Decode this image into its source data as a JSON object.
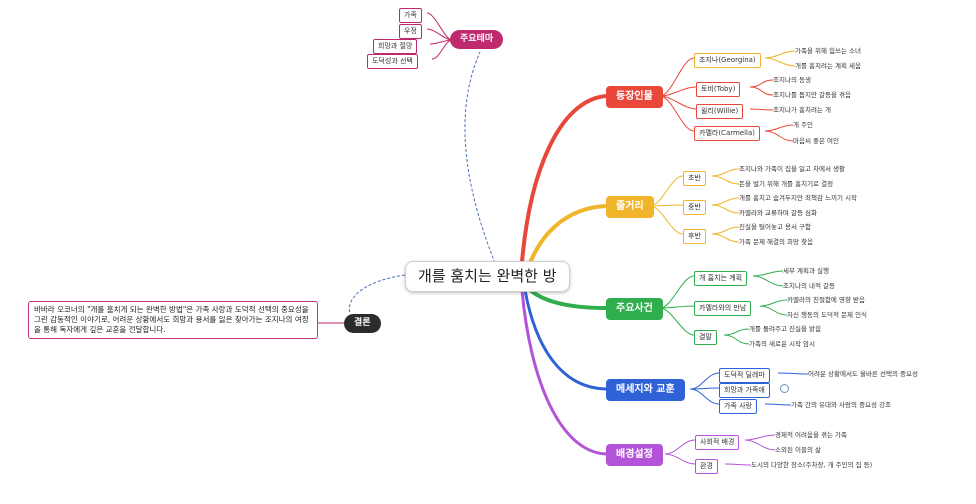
{
  "root": {
    "label": "개를 훔치는 완벽한 방"
  },
  "branches": {
    "characters": {
      "label": "등장인물",
      "color": "#e8473a",
      "subs": [
        {
          "label": "조지나(Georgina)",
          "leaves": [
            "가족을 위해 힘쓰는 소녀",
            "개를 훔치려는 계획 세움"
          ]
        },
        {
          "label": "토비(Toby)",
          "leaves": [
            "조지나의 동생",
            "조지나를 돕지만 갈등을 겪음"
          ]
        },
        {
          "label": "윌리(Willie)",
          "leaves": [
            "조지나가 훔치려는 개"
          ]
        },
        {
          "label": "카멜라(Carmella)",
          "leaves": [
            "개 주인",
            "마음씨 좋은 여인"
          ]
        }
      ]
    },
    "plot": {
      "label": "줄거리",
      "color": "#f0b52a",
      "subs": [
        {
          "label": "초반",
          "leaves": [
            "조지나와 가족이 집을 잃고 차에서 생활",
            "돈을 벌기 위해 개를 훔치기로 결정"
          ]
        },
        {
          "label": "중반",
          "leaves": [
            "개를 훔치고 숨겨두지만 죄책감 느끼기 시작",
            "카멜라와 교류하며 갈등 심화"
          ]
        },
        {
          "label": "후반",
          "leaves": [
            "진실을 털어놓고 용서 구함",
            "가족 문제 해결의 희망 찾음"
          ]
        }
      ]
    },
    "events": {
      "label": "주요사건",
      "color": "#2fae4e",
      "subs": [
        {
          "label": "개 훔치는 계획",
          "leaves": [
            "세부 계획과 실행",
            "조지나의 내적 갈등"
          ]
        },
        {
          "label": "카멜라와의 만남",
          "leaves": [
            "카멜라의 친절함에 영향 받음",
            "자신 행동의 도덕적 문제 인식"
          ]
        },
        {
          "label": "결말",
          "leaves": [
            "개를 돌려주고 진실을 밝힘",
            "가족의 새로운 시작 암시"
          ]
        }
      ]
    },
    "messages": {
      "label": "메세지와 교훈",
      "color": "#2e62d6",
      "subs": [
        {
          "label": "도덕적 딜레마",
          "leaves": [
            "어려운 상황에서도 올바른 선택의 중요성"
          ]
        },
        {
          "label": "희망과 가족애",
          "leaves": []
        },
        {
          "label": "가족 사랑",
          "leaves": [
            "가족 간의 유대와 사랑의 중요성 강조"
          ]
        }
      ]
    },
    "setting": {
      "label": "배경설정",
      "color": "#b353d8",
      "subs": [
        {
          "label": "사회적 배경",
          "leaves": [
            "경제적 어려움을 겪는 가족",
            "소외된 이들의 삶"
          ]
        },
        {
          "label": "환경",
          "leaves": [
            "도시의 다양한 장소(주차장, 개 주인의 집 등)"
          ]
        }
      ]
    },
    "themes": {
      "label": "주요테마",
      "color": "#be2a6d",
      "leaves": [
        "가족",
        "우정",
        "희망과 절망",
        "도덕성과 선택"
      ]
    },
    "conclusion": {
      "label": "결론",
      "color": "#2b2b2b",
      "text": "바바라 오코너의 \"개를 훔치게 되는 완벽한 방법\"은 가족 사랑과 도덕적 선택의 중요성을 그린 감동적인 이야기로, 어려운 상황에서도 희망과 용서를 잃은 찾아가는 조지나의 여정을 통해 독자에게 깊은 교훈을 전달합니다."
    }
  }
}
